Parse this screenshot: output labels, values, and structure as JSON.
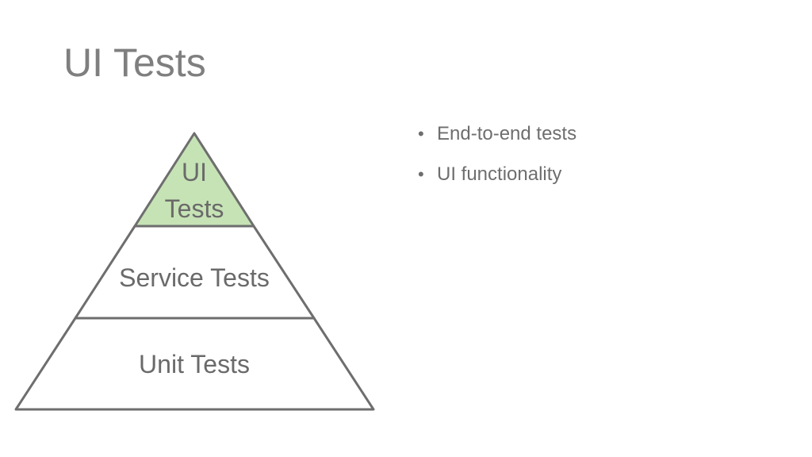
{
  "slide": {
    "title": "UI Tests"
  },
  "pyramid": {
    "levels": [
      {
        "label_lines": [
          "UI",
          "Tests"
        ],
        "fill": "#c6e3b5",
        "highlighted": true
      },
      {
        "label_lines": [
          "Service Tests"
        ],
        "fill": "#ffffff",
        "highlighted": false
      },
      {
        "label_lines": [
          "Unit Tests"
        ],
        "fill": "#ffffff",
        "highlighted": false
      }
    ],
    "stroke_color": "#6e6e6e",
    "text_color": "#6a6a6a"
  },
  "bullets": [
    {
      "marker": "•",
      "text": "End-to-end tests"
    },
    {
      "marker": "•",
      "text": "UI functionality"
    }
  ]
}
